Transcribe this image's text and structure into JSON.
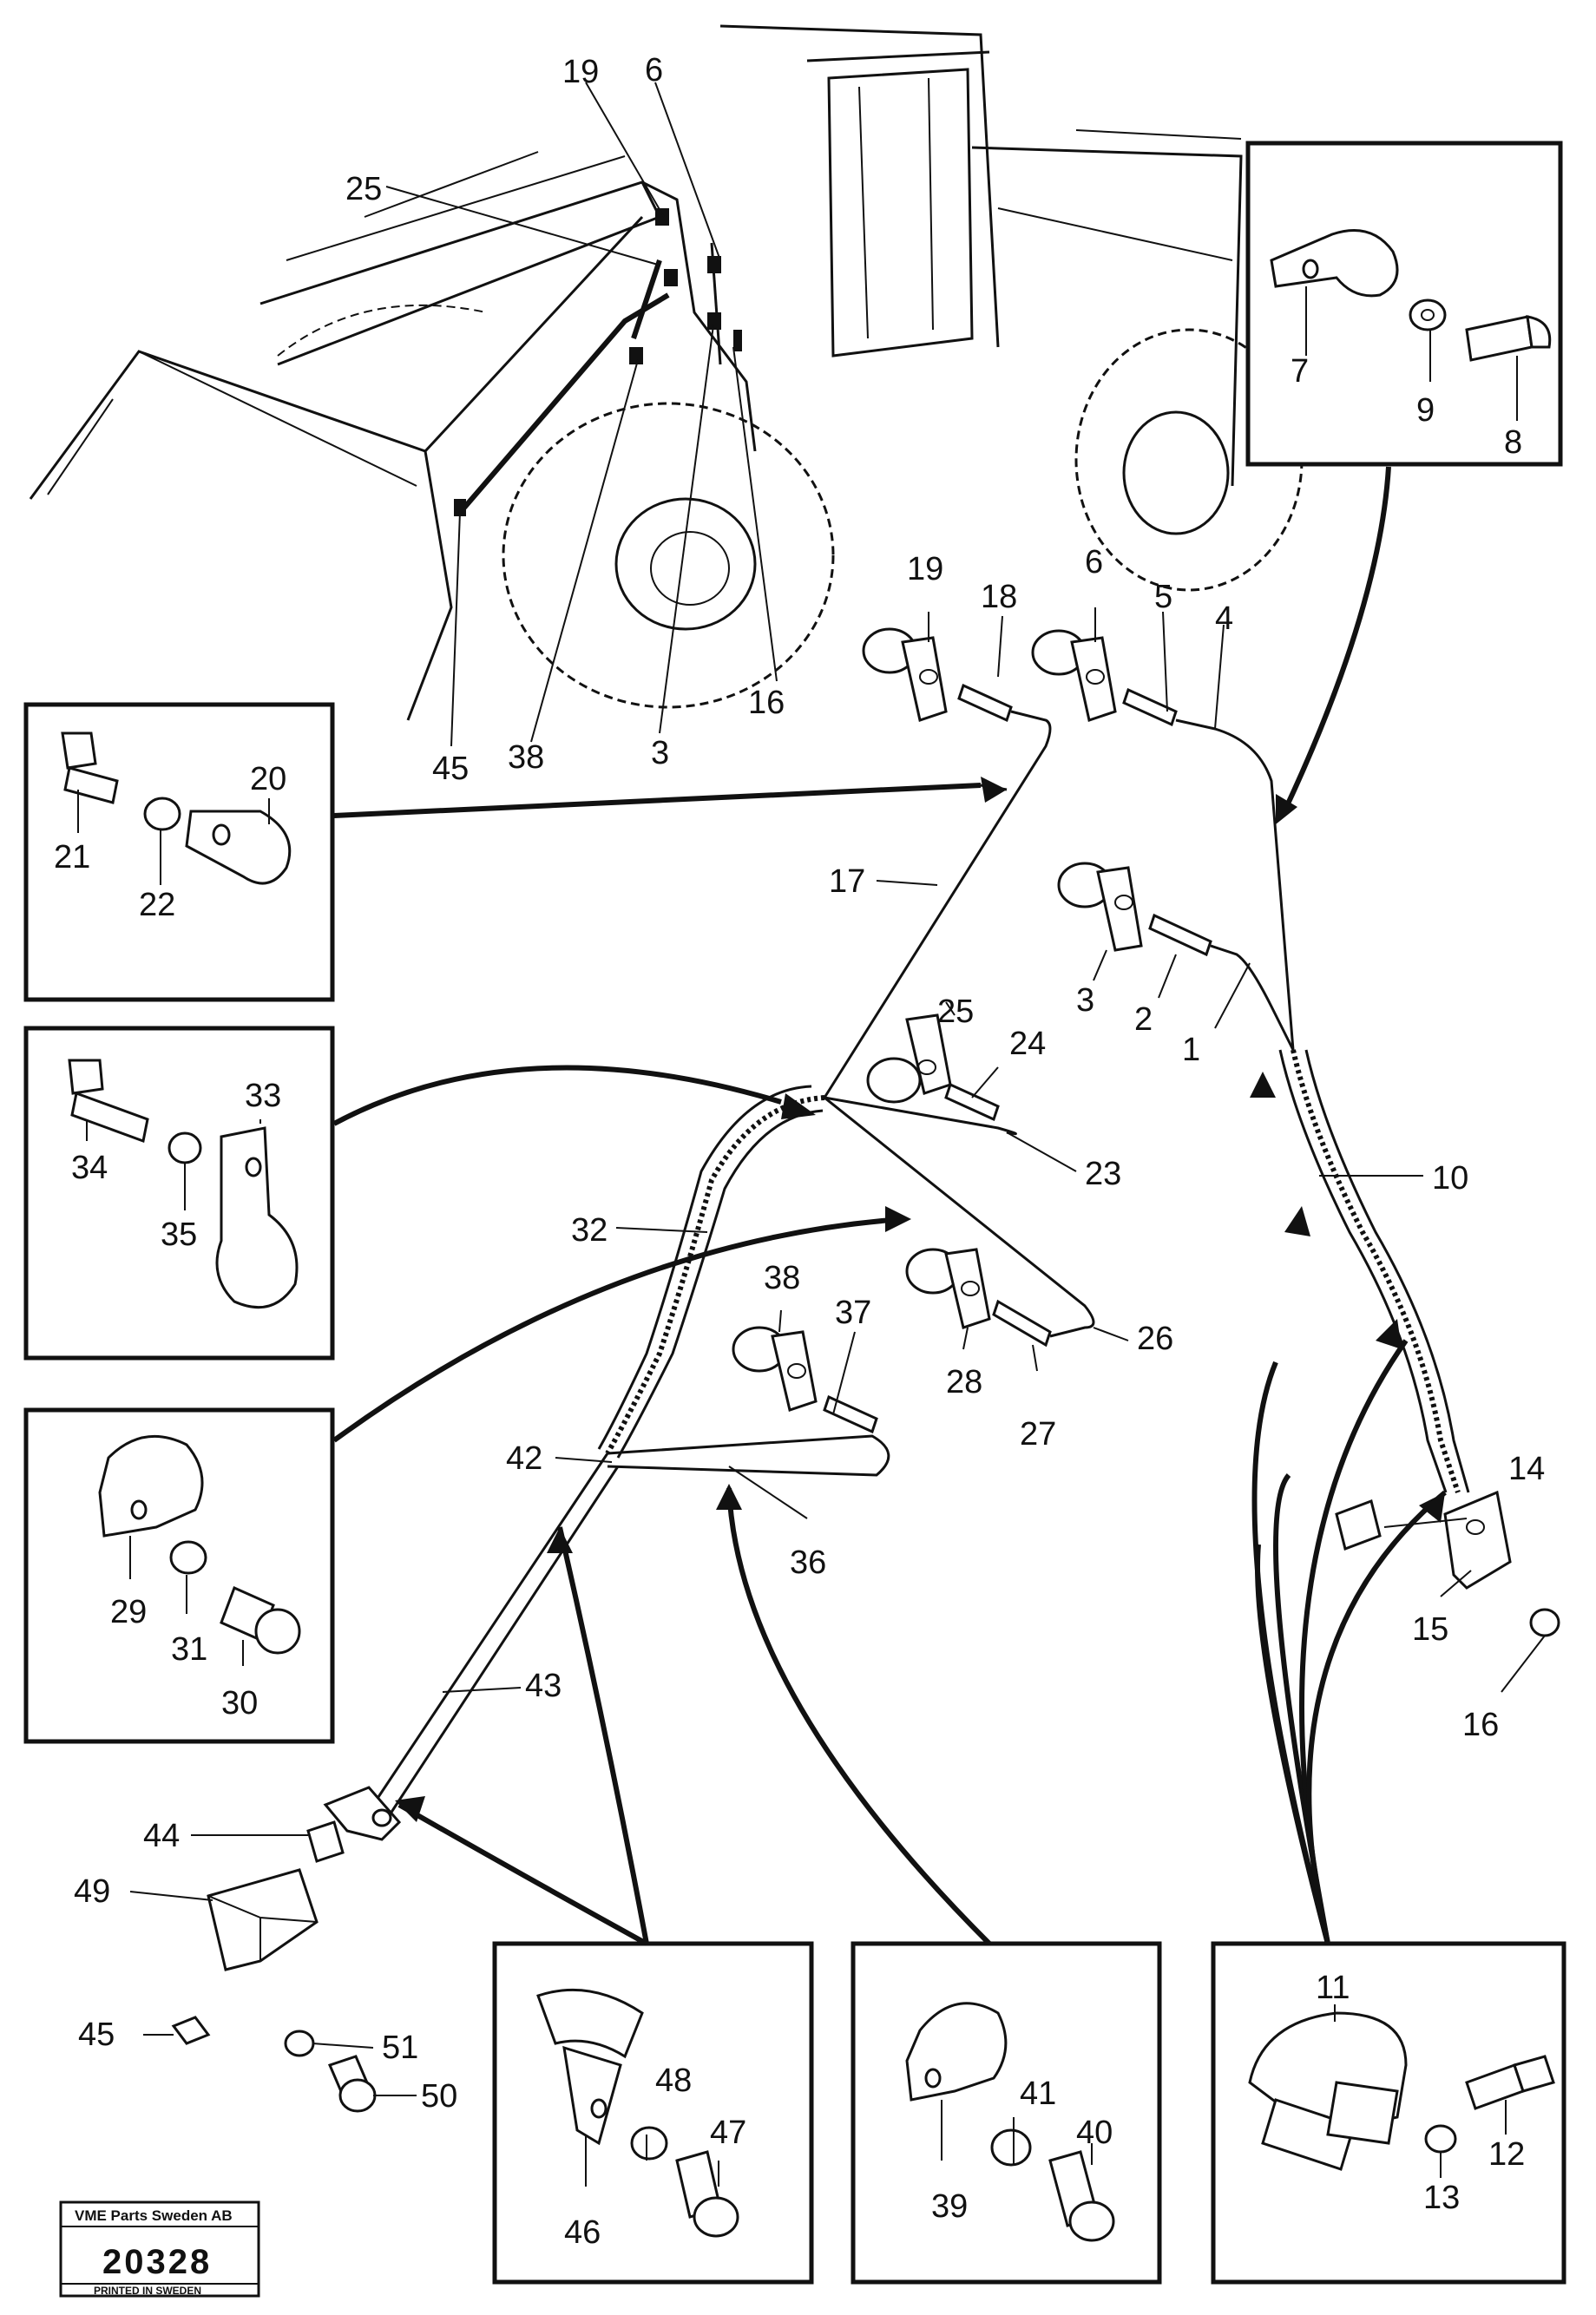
{
  "labels": {
    "top": [
      "19",
      "6",
      "25"
    ],
    "machine_bottom": [
      "45",
      "38",
      "3",
      "16"
    ],
    "box_top_right": [
      "7",
      "9",
      "8"
    ],
    "box_left1": [
      "21",
      "22",
      "20"
    ],
    "box_left2": [
      "34",
      "35",
      "33"
    ],
    "box_left3": [
      "29",
      "31",
      "30"
    ],
    "box_bottom1": [
      "46",
      "48",
      "47"
    ],
    "box_bottom2": [
      "39",
      "41",
      "40"
    ],
    "box_bottom3": [
      "11",
      "12",
      "13"
    ],
    "main": [
      "19",
      "18",
      "6",
      "5",
      "4",
      "17",
      "3",
      "2",
      "1",
      "25",
      "24",
      "23",
      "10",
      "32",
      "38",
      "37",
      "28",
      "27",
      "26",
      "42",
      "36",
      "14",
      "15",
      "16",
      "43",
      "44",
      "49",
      "45",
      "51",
      "50"
    ]
  },
  "stamp": {
    "company": "VME Parts Sweden AB",
    "number": "20328",
    "printed": "PRINTED IN SWEDEN"
  }
}
